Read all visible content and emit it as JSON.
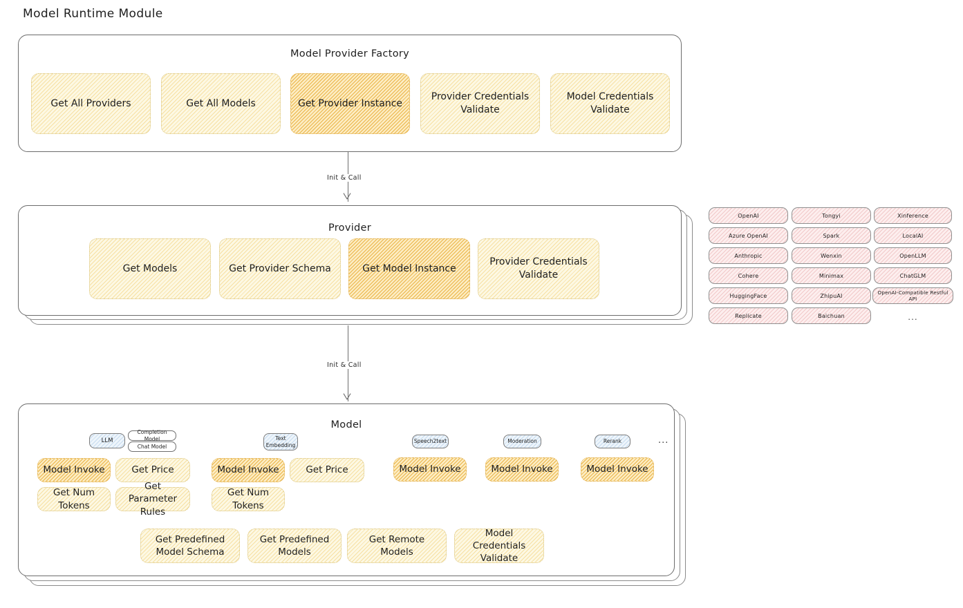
{
  "page": {
    "title": "Model Runtime Module"
  },
  "factory": {
    "title": "Model Provider Factory",
    "boxes": [
      {
        "label": "Get All Providers",
        "highlight": false
      },
      {
        "label": "Get All Models",
        "highlight": false
      },
      {
        "label": "Get Provider Instance",
        "highlight": true
      },
      {
        "label": "Provider Credentials Validate",
        "highlight": false
      },
      {
        "label": "Model Credentials Validate",
        "highlight": false
      }
    ]
  },
  "connector_top": {
    "label": "Init & Call"
  },
  "provider": {
    "title": "Provider",
    "boxes": [
      {
        "label": "Get Models",
        "highlight": false
      },
      {
        "label": "Get Provider Schema",
        "highlight": false
      },
      {
        "label": "Get Model Instance",
        "highlight": true
      },
      {
        "label": "Provider Credentials Validate",
        "highlight": false
      }
    ]
  },
  "connector_bottom": {
    "label": "Init & Call"
  },
  "provider_list": {
    "columns": [
      {
        "items": [
          "OpenAI",
          "Azure OpenAI",
          "Anthropic",
          "Cohere",
          "HuggingFace",
          "Replicate"
        ]
      },
      {
        "items": [
          "Tongyi",
          "Spark",
          "Wenxin",
          "Minimax",
          "ZhipuAI",
          "Baichuan"
        ]
      },
      {
        "items": [
          "Xinference",
          "LocalAI",
          "OpenLLM",
          "ChatGLM",
          "OpenAI-Compatible Restful API"
        ]
      }
    ],
    "ellipsis": "..."
  },
  "model": {
    "title": "Model",
    "ellipsis": "...",
    "types": [
      {
        "badge": "LLM",
        "sub_badges": [
          "Completion Model",
          "Chat Model"
        ],
        "ops": [
          {
            "label": "Model Invoke",
            "highlight": true
          },
          {
            "label": "Get Price",
            "highlight": false
          },
          {
            "label": "Get Num Tokens",
            "highlight": false
          },
          {
            "label": "Get Parameter Rules",
            "highlight": false
          }
        ]
      },
      {
        "badge": "Text Embedding",
        "sub_badges": [],
        "ops": [
          {
            "label": "Model Invoke",
            "highlight": true
          },
          {
            "label": "Get Price",
            "highlight": false
          },
          {
            "label": "Get Num Tokens",
            "highlight": false
          }
        ]
      },
      {
        "badge": "Speech2text",
        "sub_badges": [],
        "ops": [
          {
            "label": "Model Invoke",
            "highlight": true
          }
        ]
      },
      {
        "badge": "Moderation",
        "sub_badges": [],
        "ops": [
          {
            "label": "Model Invoke",
            "highlight": true
          }
        ]
      },
      {
        "badge": "Rerank",
        "sub_badges": [],
        "ops": [
          {
            "label": "Model Invoke",
            "highlight": true
          }
        ]
      }
    ],
    "common_ops": [
      {
        "label": "Get Predefined Model Schema"
      },
      {
        "label": "Get Predefined Models"
      },
      {
        "label": "Get Remote Models"
      },
      {
        "label": "Model Credentials Validate"
      }
    ]
  },
  "colors": {
    "fill_light": "#fdf8e3",
    "fill_strong": "#fdeec6",
    "pill_pink": "#fdeeee",
    "badge_blue": "#eef5fb",
    "stroke": "#6b6b6b",
    "text": "#1e1e1e"
  }
}
